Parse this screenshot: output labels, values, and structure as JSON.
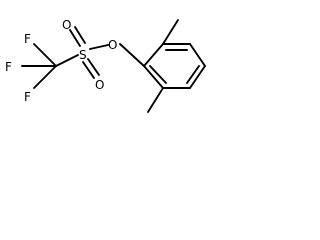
{
  "molecule": {
    "atoms": {
      "f_top": "F",
      "f_left": "F",
      "f_bottom": "F",
      "sulfur": "S",
      "o_top": "O",
      "o_bottom": "O",
      "o_ester": "O"
    },
    "colors": {
      "bond": "#000000",
      "label": "#000000",
      "background": "#ffffff"
    }
  }
}
